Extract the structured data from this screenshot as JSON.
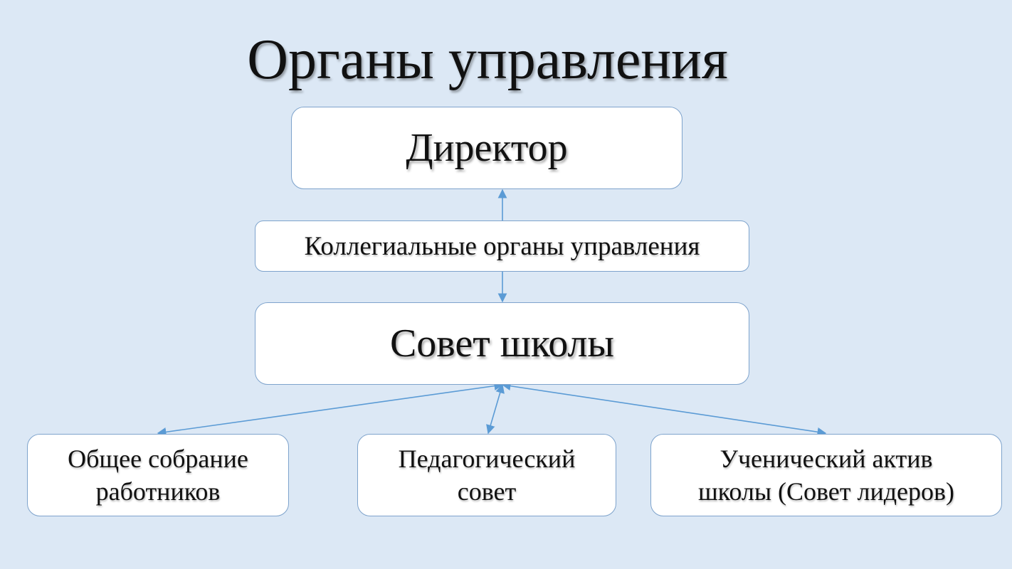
{
  "title": "Органы управления",
  "nodes": {
    "director": "Директор",
    "collegial": "Коллегиальные органы управления",
    "council": "Совет школы",
    "general_meeting": [
      "Общее собрание",
      "работников"
    ],
    "pedagogical": [
      "Педагогический",
      "совет"
    ],
    "student_activists": [
      "Ученический актив",
      "школы (Совет лидеров)"
    ]
  },
  "edges": [
    {
      "from": "collegial",
      "to": "director"
    },
    {
      "from": "collegial",
      "to": "council"
    },
    {
      "from": "council",
      "to": "general_meeting",
      "bidirectional": true
    },
    {
      "from": "council",
      "to": "pedagogical",
      "bidirectional": true
    },
    {
      "from": "council",
      "to": "student_activists",
      "bidirectional": true
    }
  ],
  "colors": {
    "background": "#dce8f5",
    "box_fill": "#ffffff",
    "box_border": "#7ea3cc",
    "arrow": "#5b9bd5"
  }
}
